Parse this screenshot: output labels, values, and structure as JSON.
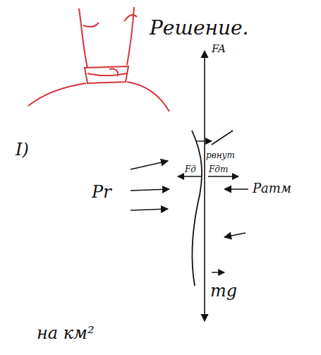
{
  "diagram": {
    "labels": [
      "Решение.",
      "I)",
      "FA",
      "Pr",
      "pвнут",
      "Fд",
      "Fдт",
      "Pатм",
      "mg",
      "на км²"
    ]
  }
}
